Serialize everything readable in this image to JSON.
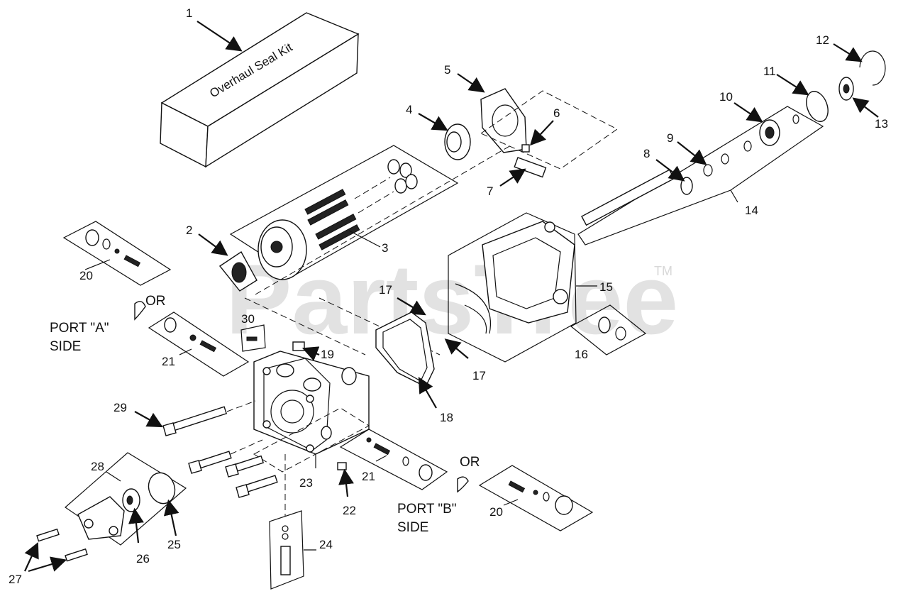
{
  "watermark": "PartsTree",
  "trademark": "TM",
  "kit_label": "Overhaul Seal Kit",
  "port_a": {
    "line1": "PORT \"A\"",
    "line2": "SIDE"
  },
  "port_b": {
    "line1": "PORT \"B\"",
    "line2": "SIDE"
  },
  "or_label": "OR",
  "callouts": {
    "c1": "1",
    "c2": "2",
    "c3": "3",
    "c4": "4",
    "c5": "5",
    "c6": "6",
    "c7": "7",
    "c8": "8",
    "c9": "9",
    "c10": "10",
    "c11": "11",
    "c12": "12",
    "c13": "13",
    "c14": "14",
    "c15": "15",
    "c16": "16",
    "c17": "17",
    "c18": "18",
    "c19": "19",
    "c20": "20",
    "c21": "21",
    "c22": "22",
    "c23": "23",
    "c24": "24",
    "c25": "25",
    "c26": "26",
    "c27": "27",
    "c28": "28",
    "c29": "29",
    "c30": "30"
  }
}
